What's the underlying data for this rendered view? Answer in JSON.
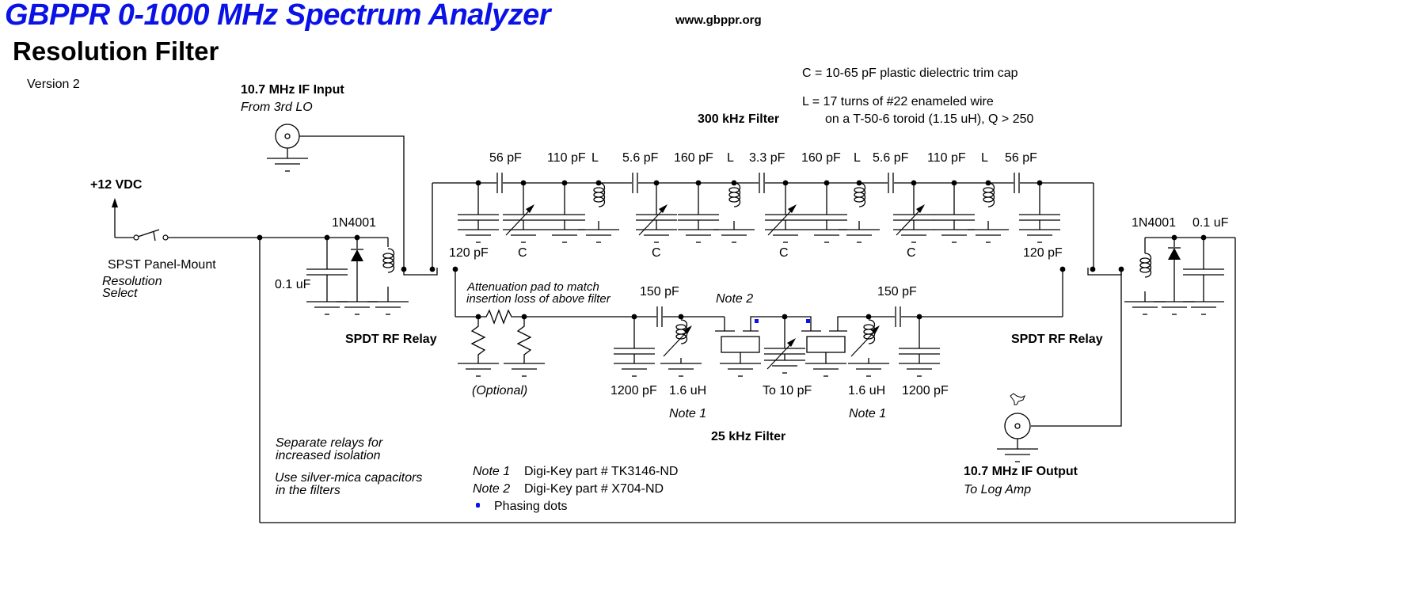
{
  "header": {
    "title": "GBPPR 0-1000 MHz Spectrum Analyzer",
    "website": "www.gbppr.org",
    "subtitle": "Resolution Filter",
    "version": "Version 2"
  },
  "colors": {
    "title": "#0a12e6",
    "phasing_dot": "#0a12e6",
    "ink": "#000000",
    "background": "#ffffff"
  },
  "legend": {
    "c_definition": "C = 10-65 pF plastic dielectric trim cap",
    "l_definition_line1": "L = 17 turns of #22 enameled wire",
    "l_definition_line2": "on a T-50-6 toroid (1.15 uH), Q > 250"
  },
  "input": {
    "label": "10.7 MHz IF Input",
    "sublabel": "From 3rd LO",
    "icon": "coax-connector-icon"
  },
  "output": {
    "label": "10.7 MHz IF Output",
    "sublabel": "To Log Amp",
    "icon": "coax-connector-icon"
  },
  "power": {
    "supply": "+12 VDC",
    "switch_label": "SPST Panel-Mount",
    "switch_function_line1": "Resolution",
    "switch_function_line2": "Select"
  },
  "relay_left": {
    "label": "SPDT RF Relay",
    "diode": "1N4001",
    "cap": "0.1 uF"
  },
  "relay_right": {
    "label": "SPDT RF Relay",
    "diode": "1N4001",
    "cap": "0.1 uF"
  },
  "filter_300k": {
    "name": "300 kHz Filter",
    "top_labels": [
      "56 pF",
      "110 pF",
      "L",
      "5.6 pF",
      "160 pF",
      "L",
      "3.3 pF",
      "160 pF",
      "L",
      "5.6 pF",
      "110 pF",
      "L",
      "56 pF"
    ],
    "trim_labels": [
      "C",
      "C",
      "C",
      "C"
    ],
    "end_caps": [
      "120 pF",
      "120 pF"
    ]
  },
  "filter_25k": {
    "name": "25 kHz Filter",
    "pad_note_line1": "Attenuation pad to match",
    "pad_note_line2": "insertion loss of above filter",
    "pad_optional": "(Optional)",
    "series_caps": [
      "150 pF",
      "150 pF"
    ],
    "shunt_caps": [
      "1200 pF",
      "1200 pF"
    ],
    "inductors": [
      "1.6 uH",
      "1.6 uH"
    ],
    "inductor_notes": [
      "Note 1",
      "Note 1"
    ],
    "crystal_note": "Note 2",
    "trim_cap": "To 10 pF"
  },
  "notes": {
    "separate_relays_line1": "Separate relays for",
    "separate_relays_line2": "increased isolation",
    "silver_mica_line1": "Use silver-mica capacitors",
    "silver_mica_line2": "in the filters",
    "note1_tag": "Note 1",
    "note1_text": "Digi-Key part # TK3146-ND",
    "note2_tag": "Note 2",
    "note2_text": "Digi-Key part # X704-ND",
    "phasing_dots": "Phasing dots"
  }
}
